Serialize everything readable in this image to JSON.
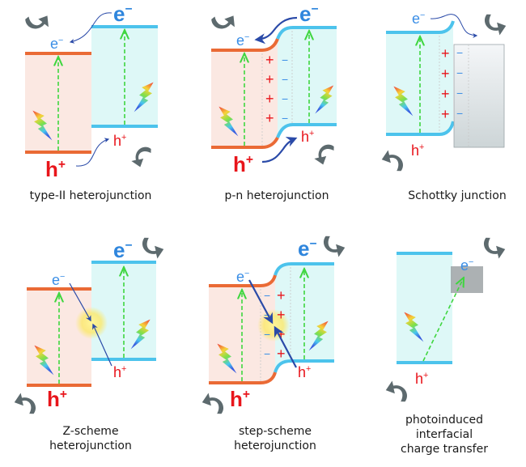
{
  "figure": {
    "colors": {
      "p_fill": "#fbe8e2",
      "p_band": "#ea6a35",
      "n_fill": "#def8f7",
      "n_band": "#4cc3ec",
      "metal_top": "#f0f3f5",
      "metal_bottom": "#cfd6d8",
      "excitation": "#3fd63f",
      "transfer_arrow": "#2a4aa8",
      "curl_arrow": "#5d6a6e",
      "electron": "#2f86dd",
      "hole": "#e8151b"
    },
    "labels": {
      "electron": "e",
      "electron_sup": "−",
      "hole": "h",
      "hole_sup": "+",
      "plus": "+",
      "minus": "−"
    },
    "panels": [
      {
        "id": "type-ii",
        "caption": [
          "type-II heterojunction"
        ]
      },
      {
        "id": "p-n",
        "caption": [
          "p-n heterojunction"
        ]
      },
      {
        "id": "schottky",
        "caption": [
          "Schottky junction"
        ]
      },
      {
        "id": "z-scheme",
        "caption": [
          "Z-scheme",
          "heterojunction"
        ]
      },
      {
        "id": "step-scheme",
        "caption": [
          "step-scheme",
          "heterojunction"
        ]
      },
      {
        "id": "photoinduced",
        "caption": [
          "photoinduced",
          "interfacial",
          "charge transfer"
        ]
      }
    ]
  }
}
